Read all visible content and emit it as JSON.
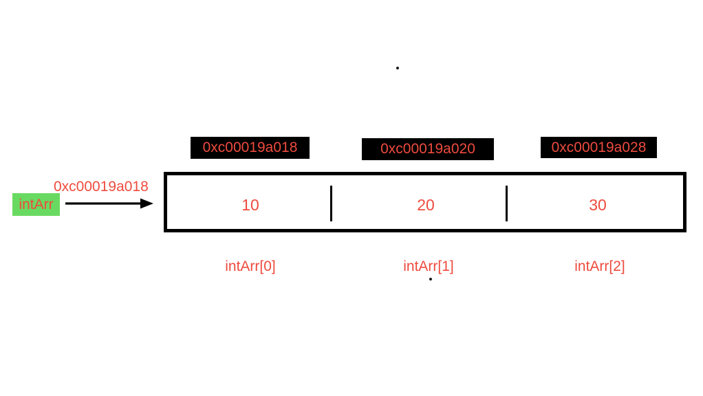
{
  "diagram": {
    "variable": {
      "name": "intArr",
      "pointer_address": "0xc00019a018"
    },
    "cells": [
      {
        "value": "10",
        "address": "0xc00019a018",
        "index_label": "intArr[0]"
      },
      {
        "value": "20",
        "address": "0xc00019a020",
        "index_label": "intArr[1]"
      },
      {
        "value": "30",
        "address": "0xc00019a028",
        "index_label": "intArr[2]"
      }
    ],
    "colors": {
      "red_text": "#ee4b3e",
      "green_box": "#69da61",
      "address_box_bg": "#000000",
      "array_border": "#000000",
      "background": "#ffffff"
    }
  }
}
